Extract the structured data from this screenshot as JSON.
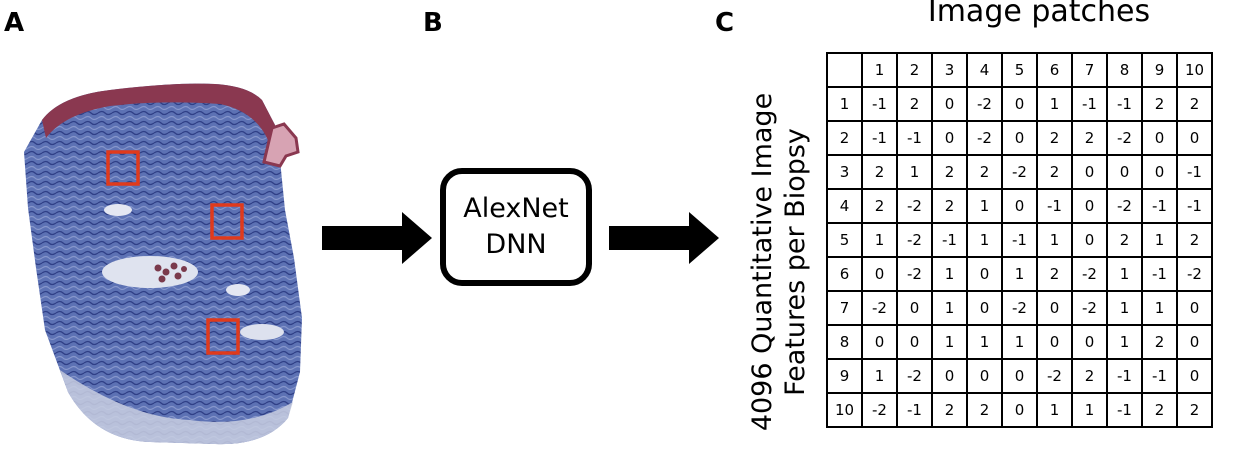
{
  "panels": {
    "a": "A",
    "b": "B",
    "c": "C"
  },
  "dnn": {
    "line1": "AlexNet",
    "line2": "DNN"
  },
  "table": {
    "title": "Image patches",
    "ylabel_line1": "4096 Quantitative Image",
    "ylabel_line2": "Features per Biopsy",
    "columns": [
      "1",
      "2",
      "3",
      "4",
      "5",
      "6",
      "7",
      "8",
      "9",
      "10"
    ],
    "rows": [
      {
        "label": "1",
        "values": [
          "-1",
          "2",
          "0",
          "-2",
          "0",
          "1",
          "-1",
          "-1",
          "2",
          "2"
        ]
      },
      {
        "label": "2",
        "values": [
          "-1",
          "-1",
          "0",
          "-2",
          "0",
          "2",
          "2",
          "-2",
          "0",
          "0"
        ]
      },
      {
        "label": "3",
        "values": [
          "2",
          "1",
          "2",
          "2",
          "-2",
          "2",
          "0",
          "0",
          "0",
          "-1"
        ]
      },
      {
        "label": "4",
        "values": [
          "2",
          "-2",
          "2",
          "1",
          "0",
          "-1",
          "0",
          "-2",
          "-1",
          "-1"
        ]
      },
      {
        "label": "5",
        "values": [
          "1",
          "-2",
          "-1",
          "1",
          "-1",
          "1",
          "0",
          "2",
          "1",
          "2"
        ]
      },
      {
        "label": "6",
        "values": [
          "0",
          "-2",
          "1",
          "0",
          "1",
          "2",
          "-2",
          "1",
          "-1",
          "-2"
        ]
      },
      {
        "label": "7",
        "values": [
          "-2",
          "0",
          "1",
          "0",
          "-2",
          "0",
          "-2",
          "1",
          "1",
          "0"
        ]
      },
      {
        "label": "8",
        "values": [
          "0",
          "0",
          "1",
          "1",
          "1",
          "0",
          "0",
          "1",
          "2",
          "0"
        ]
      },
      {
        "label": "9",
        "values": [
          "1",
          "-2",
          "0",
          "0",
          "0",
          "-2",
          "2",
          "-1",
          "-1",
          "0"
        ]
      },
      {
        "label": "10",
        "values": [
          "-2",
          "-1",
          "2",
          "2",
          "0",
          "1",
          "1",
          "-1",
          "2",
          "2"
        ]
      }
    ]
  },
  "colors": {
    "stain_blue": "#4f63a8",
    "epidermis": "#8a3850",
    "patch_box": "#e03a1c"
  }
}
